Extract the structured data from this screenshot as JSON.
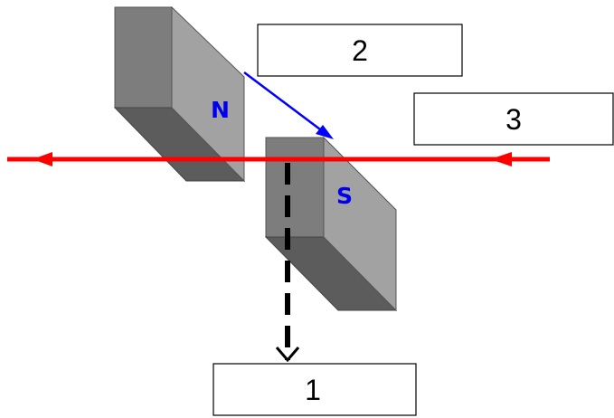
{
  "magnets": {
    "north": {
      "pole_label": "N"
    },
    "south": {
      "pole_label": "S"
    }
  },
  "labels": {
    "label_1": "1",
    "label_2": "2",
    "label_3": "3"
  },
  "colors": {
    "current_wire": "#ff0000",
    "field_arrow": "#0000ff",
    "pole_text": "#0000ee",
    "force_arrow": "#000000",
    "magnet_front": "#a0a0a0",
    "magnet_side": "#787878",
    "magnet_bottom": "#5a5a5a"
  }
}
